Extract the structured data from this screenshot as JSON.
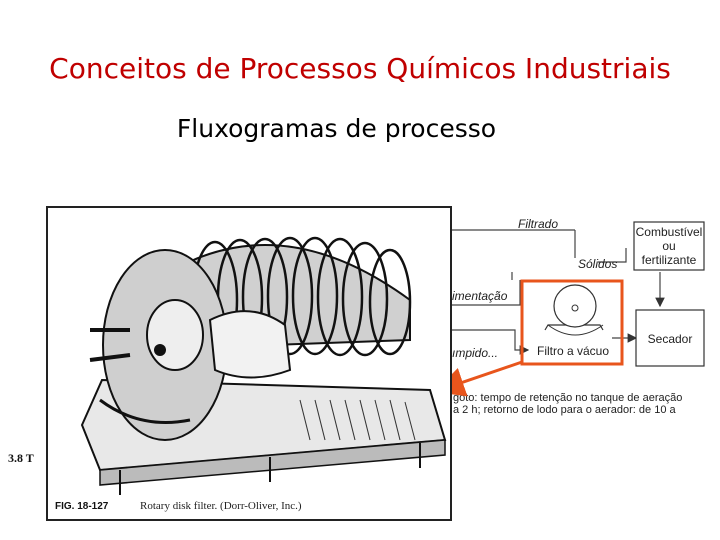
{
  "slide": {
    "title": "Conceitos de Processos Químicos Industriais",
    "subtitle": "Fluxogramas de processo"
  },
  "flowsheet": {
    "filtrado": "Filtrado",
    "solidos": "Sólidos",
    "alimentacao": "imentação",
    "umpido": "ımpido...",
    "filtro_vacuo": "Filtro a vácuo",
    "combustivel": [
      "Combustível",
      "ou",
      "fertilizante"
    ],
    "secador": "Secador",
    "note_lines": [
      "goto: tempo de retenção no tanque de aeração",
      "a 2 h; retorno de lodo para o aerador: de 10 a"
    ],
    "left_label": "3.8  T"
  },
  "photo": {
    "fig_number": "FIG. 18-127",
    "caption": "Rotary disk filter. (Dorr-Oliver, Inc.)"
  },
  "colors": {
    "title": "#c00000",
    "highlight": "#e8551c"
  }
}
